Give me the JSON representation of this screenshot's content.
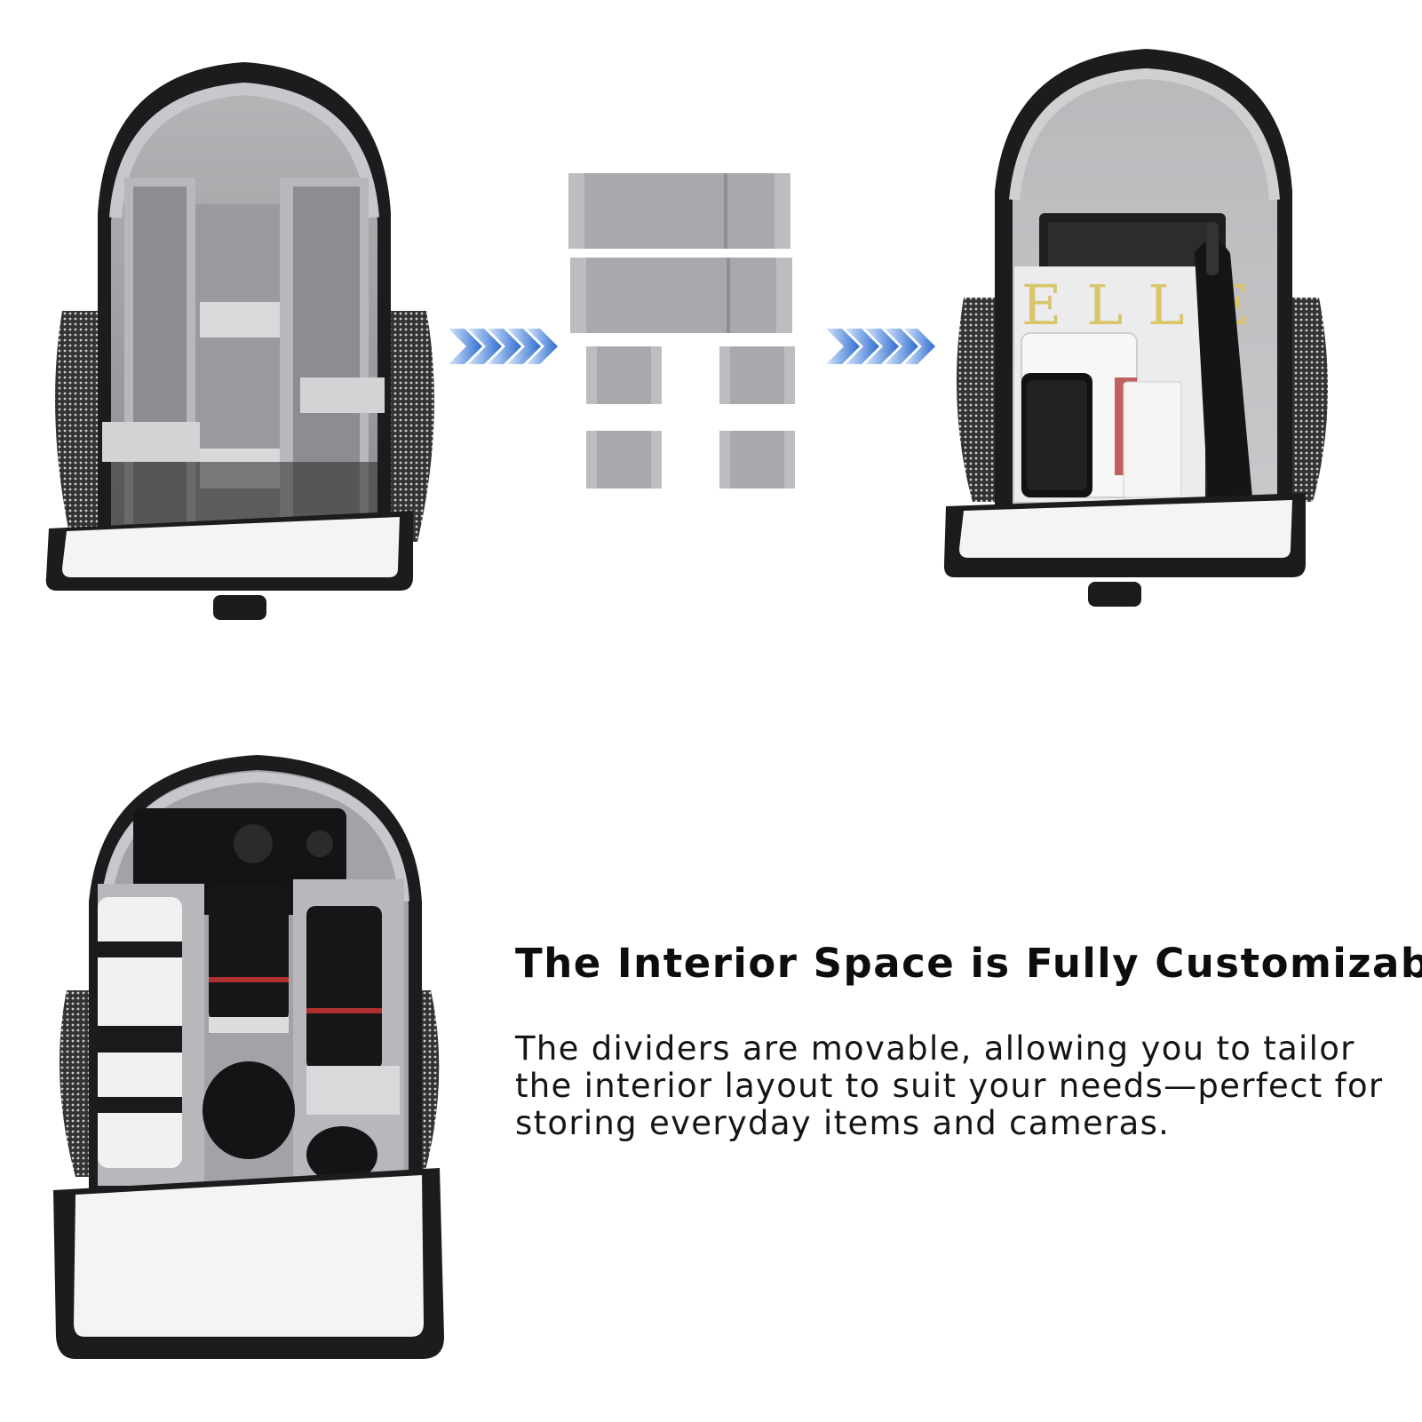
{
  "headline": "The Interior Space is Fully Customizable",
  "description_lines": [
    "The dividers are movable, allowing you to tailor",
    "the interior layout to suit your needs—perfect for",
    "storing everyday items and cameras."
  ],
  "magazine_logo": "ELLE",
  "colors": {
    "bag_shell": "#1c1c1e",
    "lining": "#9c9ca0",
    "divider": "#a8a8ac",
    "front_panel": "#f4f4f4",
    "arrow_blue": "#3a7bd5",
    "mesh": "#2a2a2a"
  },
  "icons": [
    "chevrons-right-icon",
    "chevrons-right-icon"
  ]
}
